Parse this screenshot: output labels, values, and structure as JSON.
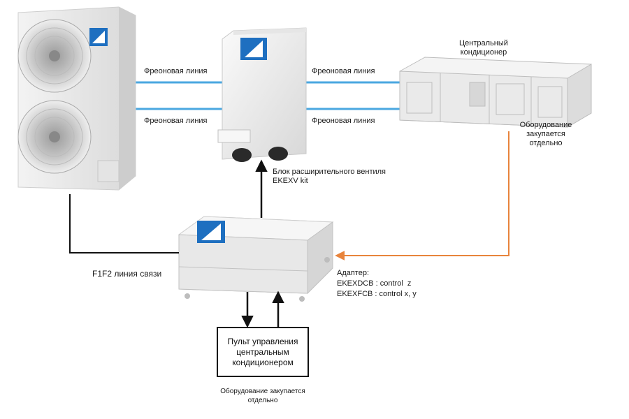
{
  "labels": {
    "freon_line_1": "Фреоновая линия",
    "freon_line_2": "Фреоновая линия",
    "freon_line_3": "Фреоновая линия",
    "freon_line_4": "Фреоновая линия",
    "central_ac_line1": "Центральный",
    "central_ac_line2": "кондиционер",
    "purchased_separately_right_1": "Оборудование",
    "purchased_separately_right_2": "закупается",
    "purchased_separately_right_3": "отдельно",
    "valve_kit_line1": "Блок расширительного вентиля",
    "valve_kit_line2": "EKEXV kit",
    "f1f2": "F1F2 линия связи",
    "adapter_title": "Адаптер:",
    "adapter_z": "EKEXDCB : control  z",
    "adapter_xy": "EKEXFCB : control x, y",
    "controller_line1": "Пульт управления",
    "controller_line2": "центральным",
    "controller_line3": "кондиционером",
    "purchased_separately_bottom_1": "Оборудование закупается",
    "purchased_separately_bottom_2": "отдельно"
  },
  "colors": {
    "freon_line": "#4aa7e0",
    "control_line": "#111111",
    "orange_line": "#e8843c",
    "brand_blue": "#1e6fc0"
  },
  "icons": [
    "outdoor-unit",
    "expansion-valve-unit",
    "air-handling-unit",
    "adapter-box"
  ]
}
